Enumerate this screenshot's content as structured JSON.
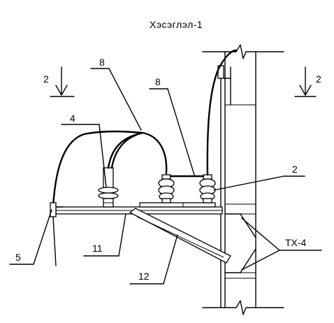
{
  "title": "Хэсэглэл-1",
  "section_marks": {
    "left": "2",
    "right": "2"
  },
  "labels": {
    "cable_top": "8",
    "cable_mid": "8",
    "insulator_left": "4",
    "insulator_right": "2",
    "clamp": "5",
    "beam": "11",
    "brace": "12",
    "bracket": "ТХ-4"
  }
}
